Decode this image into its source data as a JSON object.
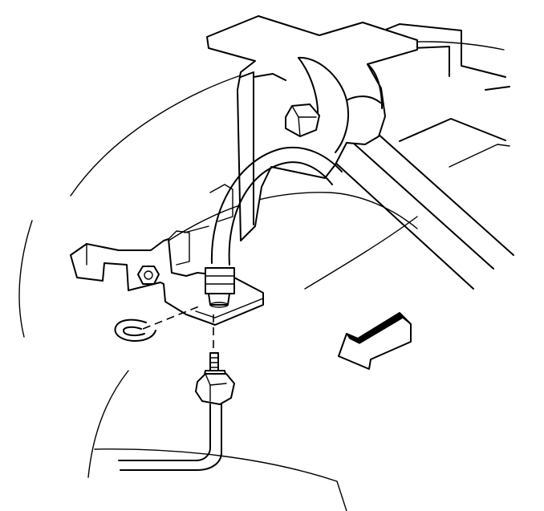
{
  "diagram": {
    "kind": "brake-hose-to-bracket-exploded-view",
    "line_color": "#000000",
    "background_color": "#ffffff",
    "components": [
      "frame-rail",
      "upper-bracket",
      "bracket-bolt",
      "flexible-brake-hose",
      "hose-end-fitting",
      "hose-mounting-bracket",
      "retaining-clip",
      "brake-pipe-fitting",
      "brake-pipe",
      "wheel-outline",
      "direction-arrow"
    ],
    "direction_arrow": {
      "points_toward": "front-left"
    }
  }
}
